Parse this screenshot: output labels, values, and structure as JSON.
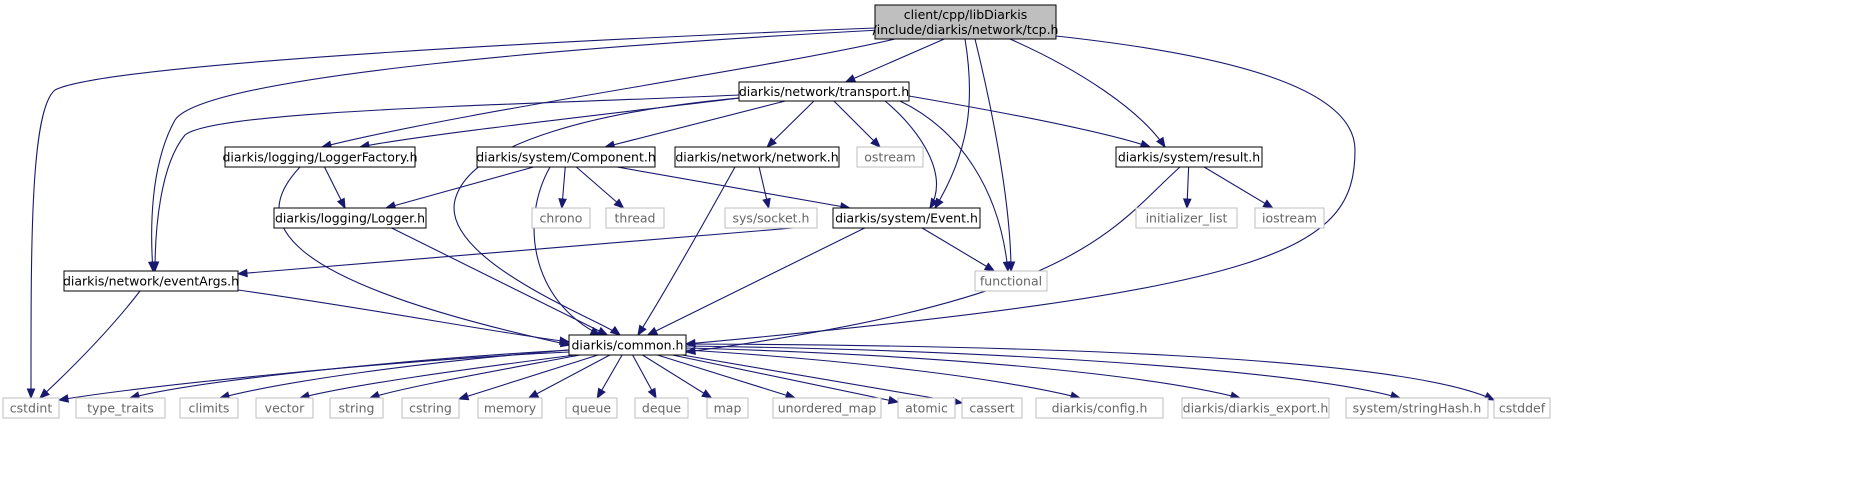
{
  "diagram": {
    "type": "include-dependency-graph",
    "colors": {
      "edge": "#191970",
      "root_fill": "#bfbfbf",
      "std_border": "#bfbfbf",
      "project_border": "#000000",
      "std_text": "#666666"
    },
    "nodes": [
      {
        "id": "tcp",
        "kind": "root",
        "lines": [
          "client/cpp/libDiarkis",
          "/include/diarkis/network/tcp.h"
        ]
      },
      {
        "id": "transport",
        "kind": "proj",
        "lines": [
          "diarkis/network/transport.h"
        ]
      },
      {
        "id": "loggerfactory",
        "kind": "proj",
        "lines": [
          "diarkis/logging/LoggerFactory.h"
        ]
      },
      {
        "id": "component",
        "kind": "proj",
        "lines": [
          "diarkis/system/Component.h"
        ]
      },
      {
        "id": "network",
        "kind": "proj",
        "lines": [
          "diarkis/network/network.h"
        ]
      },
      {
        "id": "ostream",
        "kind": "std",
        "lines": [
          "ostream"
        ]
      },
      {
        "id": "result",
        "kind": "proj",
        "lines": [
          "diarkis/system/result.h"
        ]
      },
      {
        "id": "logger",
        "kind": "proj",
        "lines": [
          "diarkis/logging/Logger.h"
        ]
      },
      {
        "id": "chrono",
        "kind": "std",
        "lines": [
          "chrono"
        ]
      },
      {
        "id": "thread",
        "kind": "std",
        "lines": [
          "thread"
        ]
      },
      {
        "id": "syssocket",
        "kind": "std",
        "lines": [
          "sys/socket.h"
        ]
      },
      {
        "id": "event",
        "kind": "proj",
        "lines": [
          "diarkis/system/Event.h"
        ]
      },
      {
        "id": "initlist",
        "kind": "std",
        "lines": [
          "initializer_list"
        ]
      },
      {
        "id": "iostream",
        "kind": "std",
        "lines": [
          "iostream"
        ]
      },
      {
        "id": "eventargs",
        "kind": "proj",
        "lines": [
          "diarkis/network/eventArgs.h"
        ]
      },
      {
        "id": "functional",
        "kind": "std",
        "lines": [
          "functional"
        ]
      },
      {
        "id": "common",
        "kind": "proj",
        "lines": [
          "diarkis/common.h"
        ]
      },
      {
        "id": "cstdint",
        "kind": "std",
        "lines": [
          "cstdint"
        ]
      },
      {
        "id": "type_traits",
        "kind": "std",
        "lines": [
          "type_traits"
        ]
      },
      {
        "id": "climits",
        "kind": "std",
        "lines": [
          "climits"
        ]
      },
      {
        "id": "vector",
        "kind": "std",
        "lines": [
          "vector"
        ]
      },
      {
        "id": "string",
        "kind": "std",
        "lines": [
          "string"
        ]
      },
      {
        "id": "cstring",
        "kind": "std",
        "lines": [
          "cstring"
        ]
      },
      {
        "id": "memory",
        "kind": "std",
        "lines": [
          "memory"
        ]
      },
      {
        "id": "queue",
        "kind": "std",
        "lines": [
          "queue"
        ]
      },
      {
        "id": "deque",
        "kind": "std",
        "lines": [
          "deque"
        ]
      },
      {
        "id": "map",
        "kind": "std",
        "lines": [
          "map"
        ]
      },
      {
        "id": "unordered_map",
        "kind": "std",
        "lines": [
          "unordered_map"
        ]
      },
      {
        "id": "atomic",
        "kind": "std",
        "lines": [
          "atomic"
        ]
      },
      {
        "id": "cassert",
        "kind": "std",
        "lines": [
          "cassert"
        ]
      },
      {
        "id": "config",
        "kind": "std",
        "lines": [
          "diarkis/config.h"
        ]
      },
      {
        "id": "diarkis_export",
        "kind": "std",
        "lines": [
          "diarkis/diarkis_export.h"
        ]
      },
      {
        "id": "stringhash",
        "kind": "std",
        "lines": [
          "system/stringHash.h"
        ]
      },
      {
        "id": "cstddef",
        "kind": "std",
        "lines": [
          "cstddef"
        ]
      }
    ],
    "edges": [
      [
        "tcp",
        "transport"
      ],
      [
        "tcp",
        "loggerfactory"
      ],
      [
        "tcp",
        "result"
      ],
      [
        "tcp",
        "event"
      ],
      [
        "tcp",
        "eventargs"
      ],
      [
        "tcp",
        "functional"
      ],
      [
        "tcp",
        "common"
      ],
      [
        "tcp",
        "cstdint"
      ],
      [
        "transport",
        "loggerfactory"
      ],
      [
        "transport",
        "component"
      ],
      [
        "transport",
        "network"
      ],
      [
        "transport",
        "ostream"
      ],
      [
        "transport",
        "result"
      ],
      [
        "transport",
        "event"
      ],
      [
        "transport",
        "eventargs"
      ],
      [
        "transport",
        "functional"
      ],
      [
        "transport",
        "common"
      ],
      [
        "loggerfactory",
        "logger"
      ],
      [
        "loggerfactory",
        "common"
      ],
      [
        "component",
        "logger"
      ],
      [
        "component",
        "chrono"
      ],
      [
        "component",
        "thread"
      ],
      [
        "component",
        "event"
      ],
      [
        "component",
        "common"
      ],
      [
        "network",
        "syssocket"
      ],
      [
        "network",
        "common"
      ],
      [
        "result",
        "initlist"
      ],
      [
        "result",
        "iostream"
      ],
      [
        "result",
        "common"
      ],
      [
        "logger",
        "common"
      ],
      [
        "event",
        "eventargs"
      ],
      [
        "event",
        "functional"
      ],
      [
        "event",
        "common"
      ],
      [
        "eventargs",
        "common"
      ],
      [
        "eventargs",
        "cstdint"
      ],
      [
        "common",
        "cstdint"
      ],
      [
        "common",
        "type_traits"
      ],
      [
        "common",
        "climits"
      ],
      [
        "common",
        "vector"
      ],
      [
        "common",
        "string"
      ],
      [
        "common",
        "cstring"
      ],
      [
        "common",
        "memory"
      ],
      [
        "common",
        "queue"
      ],
      [
        "common",
        "deque"
      ],
      [
        "common",
        "map"
      ],
      [
        "common",
        "unordered_map"
      ],
      [
        "common",
        "atomic"
      ],
      [
        "common",
        "cassert"
      ],
      [
        "common",
        "config"
      ],
      [
        "common",
        "diarkis_export"
      ],
      [
        "common",
        "stringhash"
      ],
      [
        "common",
        "cstddef"
      ]
    ]
  }
}
